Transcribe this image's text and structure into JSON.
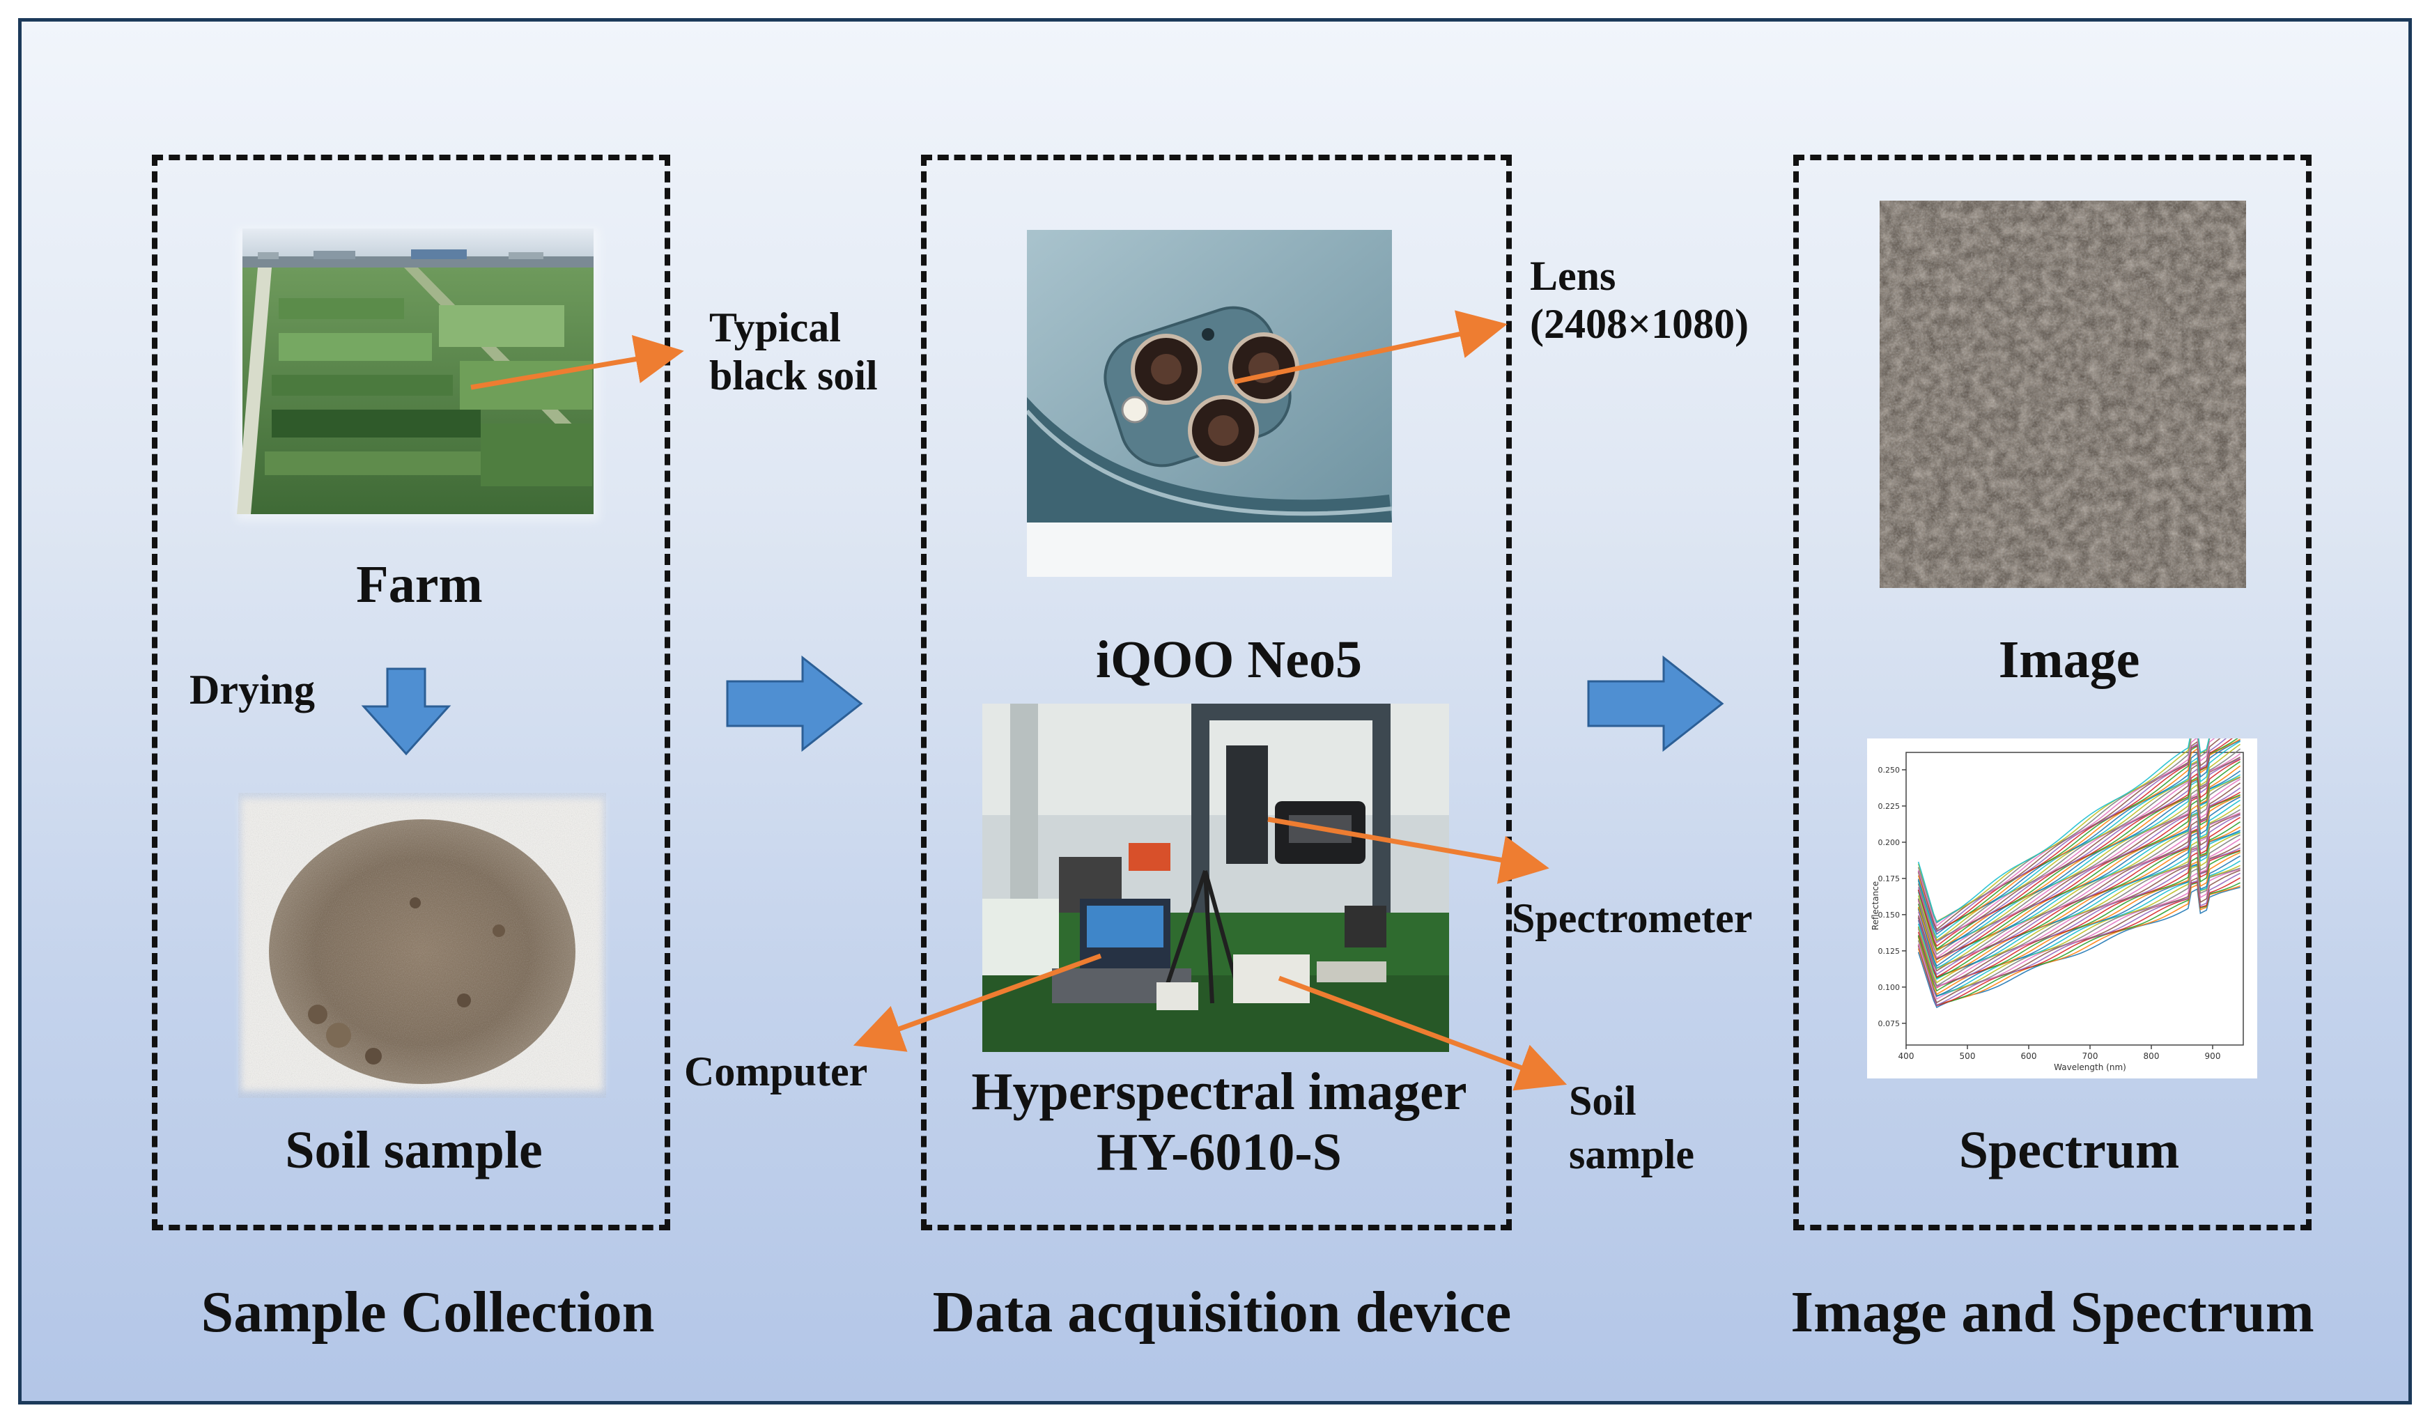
{
  "sections": {
    "sample_collection": {
      "title": "Sample Collection",
      "farm_label": "Farm",
      "drying_label": "Drying",
      "soil_sample_label": "Soil sample",
      "typical_black_soil": [
        "Typical",
        "black soil"
      ]
    },
    "data_acquisition": {
      "title": "Data acquisition device",
      "lens_label": [
        "Lens",
        "(2408×1080)"
      ],
      "phone_label": "iQOO Neo5",
      "spectrometer_label": "Spectrometer",
      "computer_label": "Computer",
      "soil_sample_label": [
        "Soil",
        "sample"
      ],
      "imager_label": [
        "Hyperspectral imager",
        "HY-6010-S"
      ]
    },
    "image_spectrum": {
      "title": "Image and Spectrum",
      "image_label": "Image",
      "spectrum_label": "Spectrum"
    }
  },
  "spectrum_chart": {
    "x_axis_label": "Wavelength (nm)",
    "y_axis_label": "Reflectance",
    "x_ticks": [
      "400",
      "500",
      "600",
      "700",
      "800",
      "900"
    ],
    "y_ticks": [
      "0.075",
      "0.100",
      "0.125",
      "0.150",
      "0.175",
      "0.200",
      "0.225",
      "0.250"
    ]
  },
  "colors": {
    "arrow_orange": "#ee7d31",
    "arrow_blue": "#4f8fd2",
    "frame": "#1c3a5a"
  }
}
